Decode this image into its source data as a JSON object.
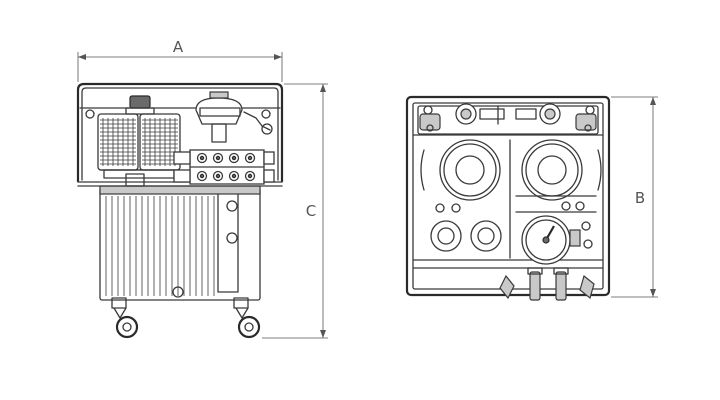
{
  "dimensions": {
    "a_label": "A",
    "b_label": "B",
    "c_label": "C"
  },
  "colors": {
    "line": "#3a3a3a",
    "dimension": "#555555",
    "background": "#ffffff"
  }
}
